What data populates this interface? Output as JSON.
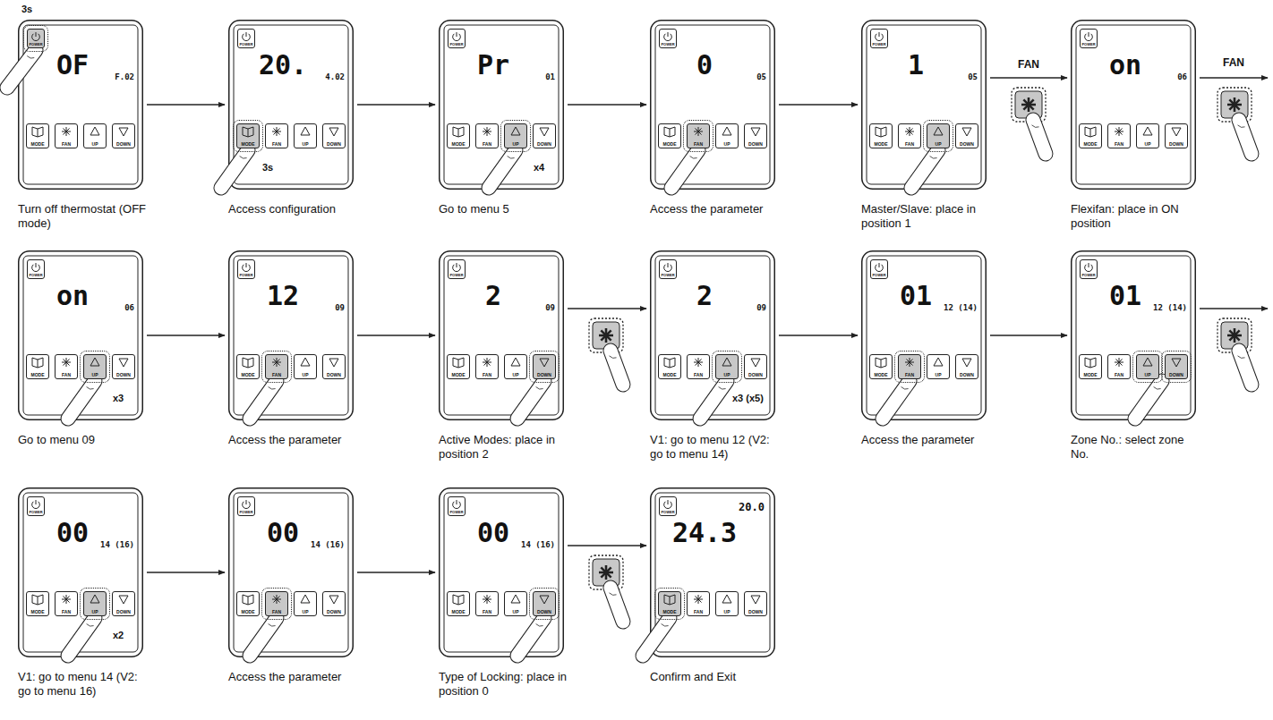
{
  "diagram": {
    "nodes": [
      {
        "text": [
          "OF",
          "F.02",
          "Turn off thermostat (OFF mode)"
        ]
      },
      {
        "text": [
          "POWER"
        ],
        "in": 0
      },
      {
        "text": [
          "MODE"
        ],
        "in": 0
      },
      {
        "text": [
          "FAN"
        ],
        "in": 0
      },
      {
        "text": [
          "UP"
        ],
        "in": 0
      },
      {
        "text": [
          "DOWN"
        ],
        "in": 0
      },
      {
        "text": [
          "20.",
          "4.02",
          "Access configuration"
        ]
      },
      {
        "text": [
          "POWER"
        ],
        "in": 6
      },
      {
        "text": [
          "MODE"
        ],
        "in": 6
      },
      {
        "text": [
          "FAN"
        ],
        "in": 6
      },
      {
        "text": [
          "UP"
        ],
        "in": 6
      },
      {
        "text": [
          "DOWN"
        ],
        "in": 6
      },
      {
        "text": [
          "Pr",
          "01",
          "Go to menu 5"
        ]
      },
      {
        "text": [
          "POWER"
        ],
        "in": 12
      },
      {
        "text": [
          "MODE"
        ],
        "in": 12
      },
      {
        "text": [
          "FAN"
        ],
        "in": 12
      },
      {
        "text": [
          "UP"
        ],
        "in": 12
      },
      {
        "text": [
          "DOWN"
        ],
        "in": 12
      },
      {
        "text": [
          "0",
          "05",
          "Access the parameter"
        ]
      },
      {
        "text": [
          "POWER"
        ],
        "in": 18
      },
      {
        "text": [
          "MODE"
        ],
        "in": 18
      },
      {
        "text": [
          "FAN"
        ],
        "in": 18
      },
      {
        "text": [
          "UP"
        ],
        "in": 18
      },
      {
        "text": [
          "DOWN"
        ],
        "in": 18
      },
      {
        "text": [
          "1",
          "05",
          "Master/Slave: place in position 1"
        ]
      },
      {
        "text": [
          "POWER"
        ],
        "in": 24
      },
      {
        "text": [
          "MODE"
        ],
        "in": 24
      },
      {
        "text": [
          "FAN"
        ],
        "in": 24
      },
      {
        "text": [
          "UP"
        ],
        "in": 24
      },
      {
        "text": [
          "DOWN"
        ],
        "in": 24
      },
      {
        "text": [
          "on",
          "06",
          "Flexifan: place in ON position"
        ]
      },
      {
        "text": [
          "POWER"
        ],
        "in": 30
      },
      {
        "text": [
          "MODE"
        ],
        "in": 30
      },
      {
        "text": [
          "FAN"
        ],
        "in": 30
      },
      {
        "text": [
          "UP"
        ],
        "in": 30
      },
      {
        "text": [
          "DOWN"
        ],
        "in": 30
      },
      {
        "text": [
          "on",
          "06",
          "Go to menu 09"
        ]
      },
      {
        "text": [
          "POWER"
        ],
        "in": 36
      },
      {
        "text": [
          "MODE"
        ],
        "in": 36
      },
      {
        "text": [
          "FAN"
        ],
        "in": 36
      },
      {
        "text": [
          "UP"
        ],
        "in": 36
      },
      {
        "text": [
          "DOWN"
        ],
        "in": 36
      },
      {
        "text": [
          "12",
          "09",
          "Access the parameter"
        ]
      },
      {
        "text": [
          "POWER"
        ],
        "in": 42
      },
      {
        "text": [
          "MODE"
        ],
        "in": 42
      },
      {
        "text": [
          "FAN"
        ],
        "in": 42
      },
      {
        "text": [
          "UP"
        ],
        "in": 42
      },
      {
        "text": [
          "DOWN"
        ],
        "in": 42
      },
      {
        "text": [
          "2",
          "09",
          "Active Modes: place in position 2"
        ]
      },
      {
        "text": [
          "POWER"
        ],
        "in": 48
      },
      {
        "text": [
          "MODE"
        ],
        "in": 48
      },
      {
        "text": [
          "FAN"
        ],
        "in": 48
      },
      {
        "text": [
          "UP"
        ],
        "in": 48
      },
      {
        "text": [
          "DOWN"
        ],
        "in": 48
      },
      {
        "text": [
          "2",
          "09",
          "V1: go to menu 12 (V2: go to menu 14)"
        ]
      },
      {
        "text": [
          "POWER"
        ],
        "in": 54
      },
      {
        "text": [
          "MODE"
        ],
        "in": 54
      },
      {
        "text": [
          "FAN"
        ],
        "in": 54
      },
      {
        "text": [
          "UP"
        ],
        "in": 54
      },
      {
        "text": [
          "DOWN"
        ],
        "in": 54
      },
      {
        "text": [
          "01",
          "12 (14)",
          "Access the parameter"
        ]
      },
      {
        "text": [
          "POWER"
        ],
        "in": 60
      },
      {
        "text": [
          "MODE"
        ],
        "in": 60
      },
      {
        "text": [
          "FAN"
        ],
        "in": 60
      },
      {
        "text": [
          "UP"
        ],
        "in": 60
      },
      {
        "text": [
          "DOWN"
        ],
        "in": 60
      },
      {
        "text": [
          "01",
          "12 (14)",
          "Zone No.: select zone No."
        ]
      },
      {
        "text": [
          "POWER"
        ],
        "in": 66
      },
      {
        "text": [
          "MODE"
        ],
        "in": 66
      },
      {
        "text": [
          "FAN"
        ],
        "in": 66
      },
      {
        "text": [
          "UP"
        ],
        "in": 66
      },
      {
        "text": [
          "DOWN"
        ],
        "in": 66
      },
      {
        "text": [
          "00",
          "14 (16)",
          "V1: go to menu 14 (V2: go to menu 16)"
        ]
      },
      {
        "text": [
          "POWER"
        ],
        "in": 72
      },
      {
        "text": [
          "MODE"
        ],
        "in": 72
      },
      {
        "text": [
          "FAN"
        ],
        "in": 72
      },
      {
        "text": [
          "UP"
        ],
        "in": 72
      },
      {
        "text": [
          "DOWN"
        ],
        "in": 72
      },
      {
        "text": [
          "00",
          "14 (16)",
          "Access the parameter"
        ]
      },
      {
        "text": [
          "POWER"
        ],
        "in": 78
      },
      {
        "text": [
          "MODE"
        ],
        "in": 78
      },
      {
        "text": [
          "FAN"
        ],
        "in": 78
      },
      {
        "text": [
          "UP"
        ],
        "in": 78
      },
      {
        "text": [
          "DOWN"
        ],
        "in": 78
      },
      {
        "text": [
          "00",
          "14 (16)",
          "Type of Locking: place in position 0"
        ]
      },
      {
        "text": [
          "POWER"
        ],
        "in": 84
      },
      {
        "text": [
          "MODE"
        ],
        "in": 84
      },
      {
        "text": [
          "FAN"
        ],
        "in": 84
      },
      {
        "text": [
          "UP"
        ],
        "in": 84
      },
      {
        "text": [
          "DOWN"
        ],
        "in": 84
      },
      {
        "text": [
          "20.0",
          "24.3",
          "Confirm and Exit"
        ]
      },
      {
        "text": [
          "POWER"
        ],
        "in": 90
      },
      {
        "text": [
          "MODE"
        ],
        "in": 90
      },
      {
        "text": [
          "FAN"
        ],
        "in": 90
      },
      {
        "text": [
          "UP"
        ],
        "in": 90
      },
      {
        "text": [
          "DOWN"
        ],
        "in": 90
      }
    ],
    "edges": [
      {
        "from": 0,
        "to": 6,
        "arrow": "to"
      },
      {
        "from": 6,
        "to": 12,
        "arrow": "to"
      },
      {
        "from": 12,
        "to": 18,
        "arrow": "to"
      },
      {
        "from": 18,
        "to": 24,
        "arrow": "to"
      },
      {
        "from": 24,
        "to": 30,
        "arrow": "to",
        "label": "FAN"
      },
      {
        "from": 36,
        "to": 42,
        "arrow": "to"
      },
      {
        "from": 42,
        "to": 48,
        "arrow": "to"
      },
      {
        "from": 48,
        "to": 54,
        "arrow": "to"
      },
      {
        "from": 54,
        "to": 60,
        "arrow": "to"
      },
      {
        "from": 60,
        "to": 66,
        "arrow": "to"
      },
      {
        "from": 72,
        "to": 78,
        "arrow": "to"
      },
      {
        "from": 78,
        "to": 84,
        "arrow": "to"
      },
      {
        "from": 84,
        "to": 90,
        "arrow": "to"
      }
    ],
    "labels": [
      "3s",
      "3s",
      "x4",
      "FAN",
      "x3",
      "x3 (x5)",
      "x2"
    ]
  }
}
